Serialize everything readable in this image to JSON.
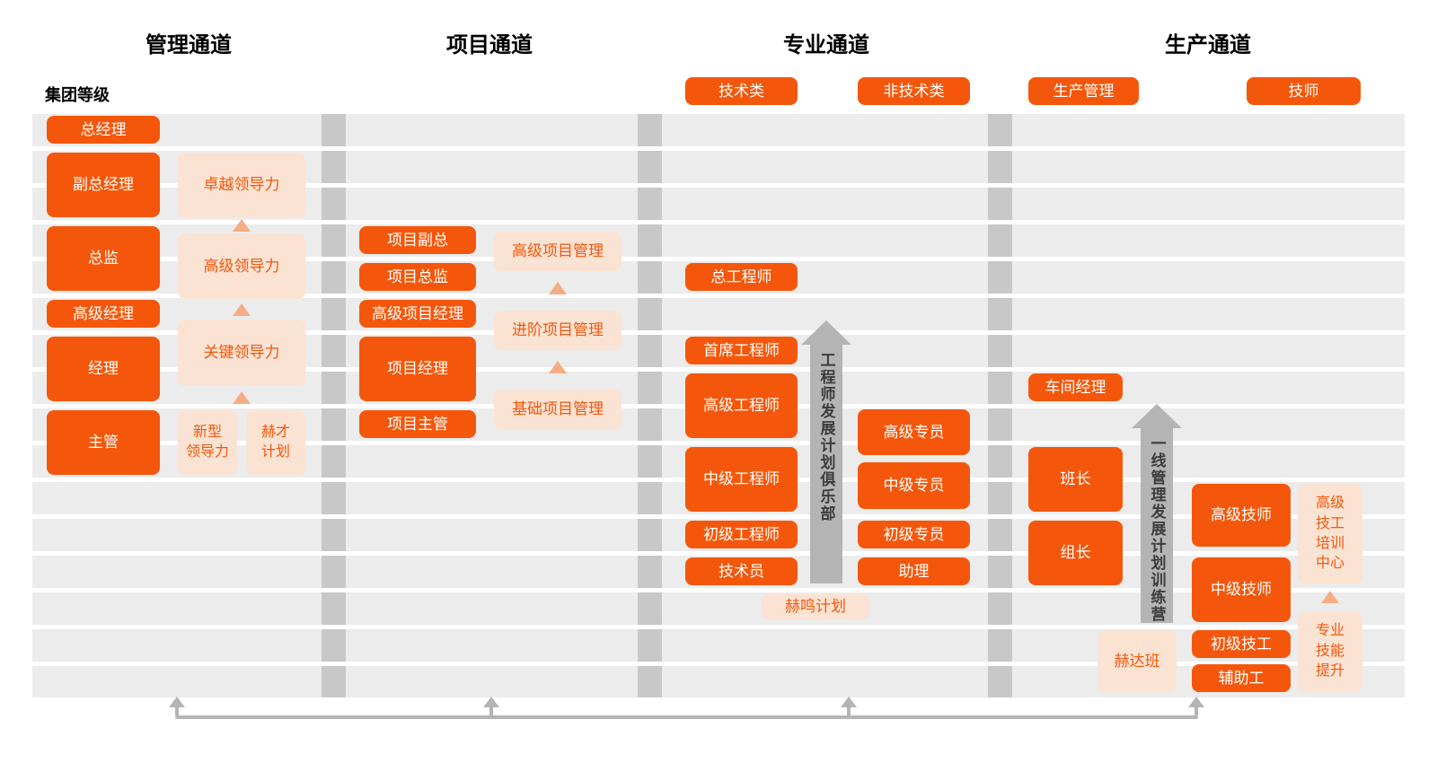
{
  "page": {
    "group_level_label": "集团等级"
  },
  "colors": {
    "orange": "#f4570b",
    "peach": "#fbe3d4",
    "stripe": "#ececec",
    "divider": "#c8c8c8",
    "arrow-gray": "#b4b4b4",
    "arrow-orange": "#f6ad85"
  },
  "channels": {
    "management": {
      "title": "管理通道",
      "positions": [
        "总经理",
        "副总经理",
        "总监",
        "高级经理",
        "经理",
        "主管"
      ],
      "programs": [
        "卓越领导力",
        "高级领导力",
        "关键领导力",
        "新型\n领导力",
        "赫才\n计划"
      ]
    },
    "project": {
      "title": "项目通道",
      "positions": [
        "项目副总",
        "项目总监",
        "高级项目经理",
        "项目经理",
        "项目主管"
      ],
      "programs": [
        "高级项目管理",
        "进阶项目管理",
        "基础项目管理"
      ]
    },
    "professional": {
      "title": "专业通道",
      "categories": [
        "技术类",
        "非技术类"
      ],
      "technical": [
        "总工程师",
        "首席工程师",
        "高级工程师",
        "中级工程师",
        "初级工程师",
        "技术员"
      ],
      "nontechnical": [
        "高级专员",
        "中级专员",
        "初级专员",
        "助理"
      ],
      "club_arrow_label": "工程师发展计划俱乐部",
      "program": "赫鸣计划"
    },
    "production": {
      "title": "生产通道",
      "categories": [
        "生产管理",
        "技师"
      ],
      "management": [
        "车间经理",
        "班长",
        "组长"
      ],
      "technician": [
        "高级技师",
        "中级技师",
        "初级技工",
        "辅助工"
      ],
      "camp_arrow_label": "一线管理发展计划训练营",
      "programs": [
        "赫达班",
        "高级\n技工\n培训\n中心",
        "专业\n技能\n提升"
      ]
    }
  }
}
